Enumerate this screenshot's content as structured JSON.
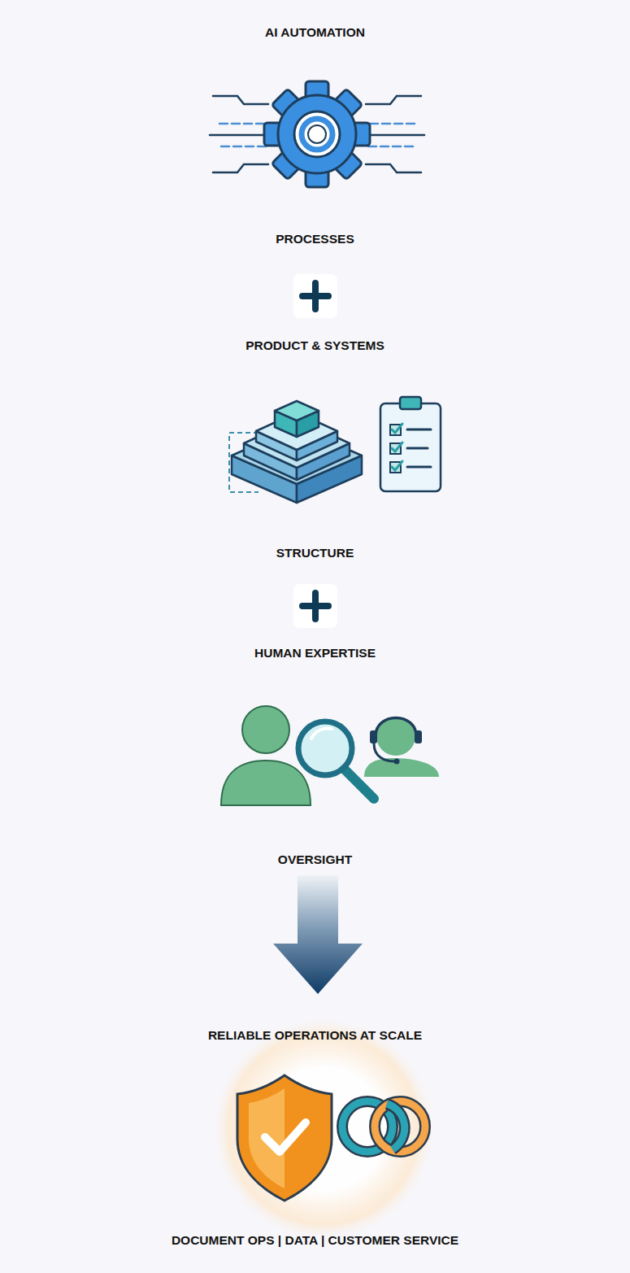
{
  "diagram": {
    "title": "AI AUTOMATION",
    "caption": "DOCUMENT OPS | DATA | CUSTOMER SERVICE",
    "labels": [
      "PROCESSES",
      "PRODUCT & SYSTEMS",
      "STRUCTURE",
      "HUMAN EXPERTISE",
      "OVERSIGHT",
      "RELIABLE OPERATIONS AT SCALE"
    ]
  }
}
